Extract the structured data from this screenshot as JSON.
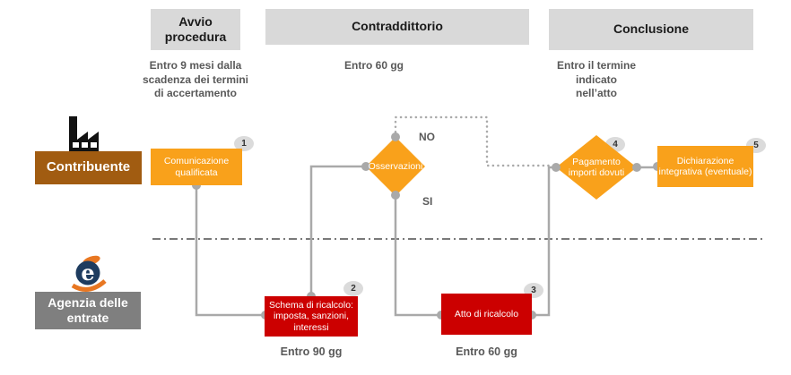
{
  "headers": {
    "avvio": {
      "label": "Avvio procedura",
      "note_lines": [
        "Entro 9 mesi dalla",
        "scadenza dei termini",
        "di accertamento"
      ]
    },
    "contraddittorio": {
      "label": "Contraddittorio",
      "note": "Entro 60 gg"
    },
    "conclusione": {
      "label": "Conclusione",
      "note_lines": [
        "Entro il termine",
        "indicato",
        "nell’atto"
      ]
    }
  },
  "lanes": {
    "contribuente": {
      "label": "Contribuente",
      "icon": "factory-icon",
      "color": "#A15C11"
    },
    "agenzia": {
      "label": "Agenzia delle entrate",
      "icon": "agenzia-entrate-logo",
      "color": "#7F7F7F"
    }
  },
  "steps": [
    {
      "badge": "1",
      "shape": "box",
      "color": "#F9A11B",
      "lines": [
        "Comunicazione",
        "qualificata"
      ]
    },
    {
      "badge": "2",
      "shape": "box",
      "color": "#CC0000",
      "lines": [
        "Schema di ricalcolo:",
        "imposta, sanzioni,",
        "interessi"
      ],
      "deadline": "Entro 90 gg"
    },
    {
      "badge": "3",
      "shape": "box",
      "color": "#CC0000",
      "lines": [
        "Atto di ricalcolo"
      ],
      "deadline": "Entro 60 gg"
    },
    {
      "badge": "4",
      "shape": "diamond",
      "color": "#F9A11B",
      "lines": [
        "Pagamento",
        "importi dovuti"
      ]
    },
    {
      "badge": "5",
      "shape": "box",
      "color": "#F9A11B",
      "lines": [
        "Dichiarazione",
        "integrativa (eventuale)"
      ]
    }
  ],
  "decision": {
    "label": "Osservazioni",
    "no_label": "NO",
    "si_label": "SI"
  },
  "colors": {
    "orange": "#F9A11B",
    "red": "#CC0000",
    "brown": "#A15C11",
    "lane_gray": "#7F7F7F",
    "header_gray": "#D9D9D9",
    "connector_gray": "#A9A9A9",
    "badge_gray": "#DBDBDB",
    "note_text": "#595959"
  }
}
